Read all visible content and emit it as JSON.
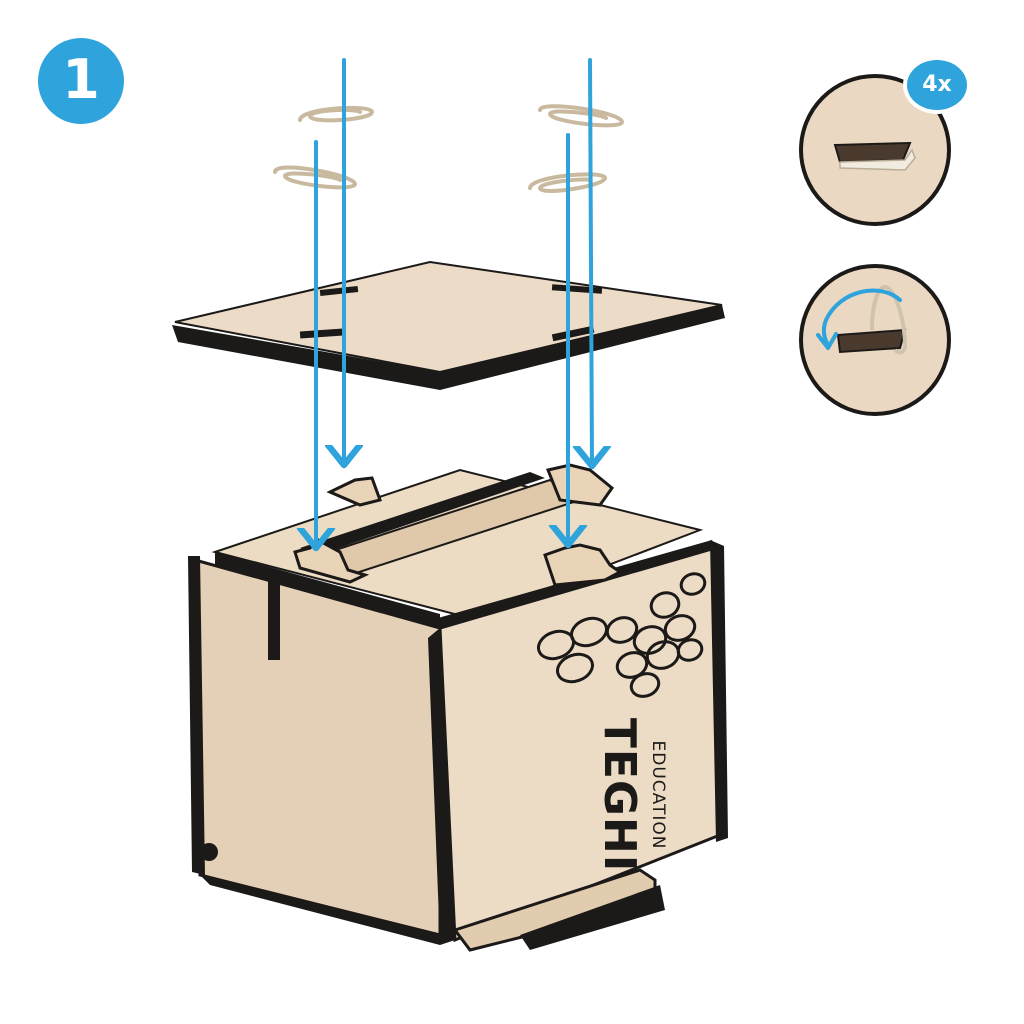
{
  "step": {
    "number": "1"
  },
  "detail": {
    "quantity": "4x"
  },
  "brand": {
    "name": "TEGHI",
    "tagline": "EDUCATION"
  },
  "colors": {
    "accent": "#2ea3dc",
    "wood": "#e9d7c0",
    "wood_dark": "#d8c2a6",
    "edge": "#1c1a18",
    "inset_bg": "#ead8c2"
  }
}
